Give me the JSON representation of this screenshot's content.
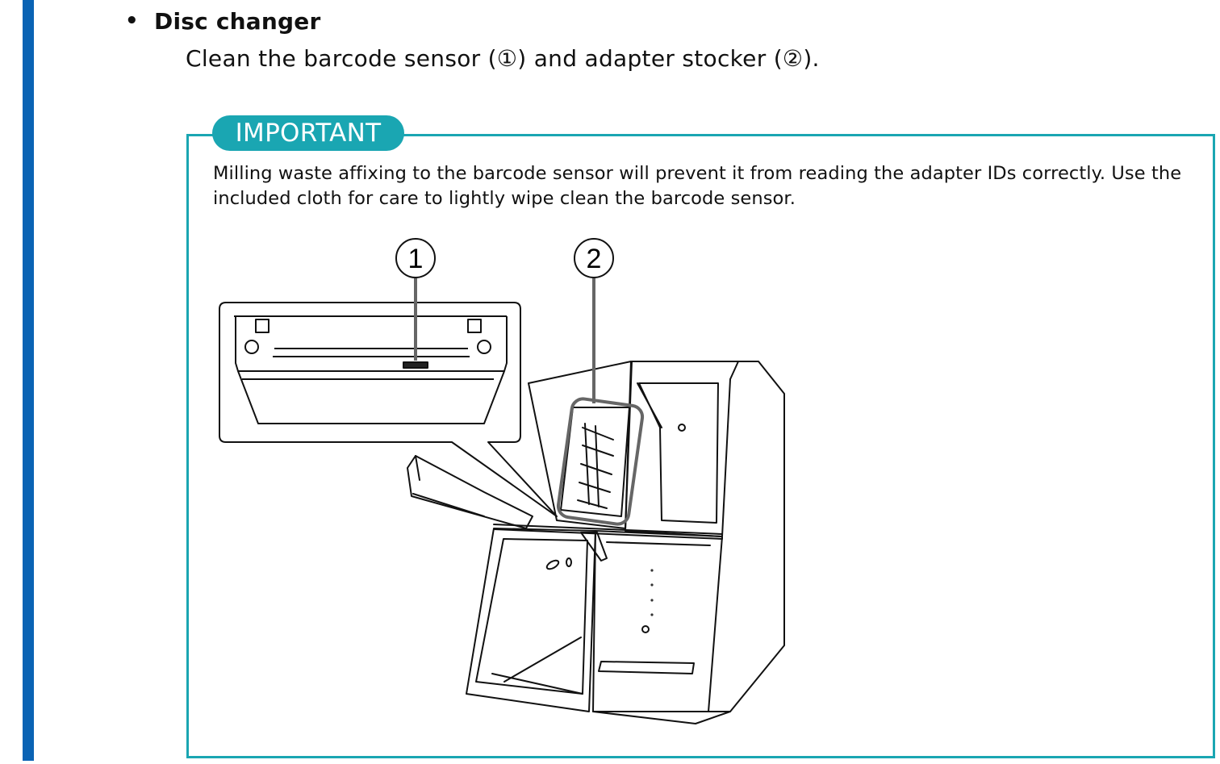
{
  "section": {
    "bullet": "•",
    "title": "Disc changer",
    "instruction": "Clean the barcode sensor (①) and adapter stocker (②)."
  },
  "important": {
    "tag": "IMPORTANT",
    "text": "Milling waste affixing to the barcode sensor will prevent it from reading the adapter IDs correctly. Use the included cloth for care to lightly wipe clean the barcode sensor."
  },
  "figure": {
    "callout_1": "1",
    "callout_2": "2"
  },
  "colors": {
    "left_bar": "#0a63b4",
    "important_accent": "#1aa6b2",
    "callout_line": "#666666"
  }
}
